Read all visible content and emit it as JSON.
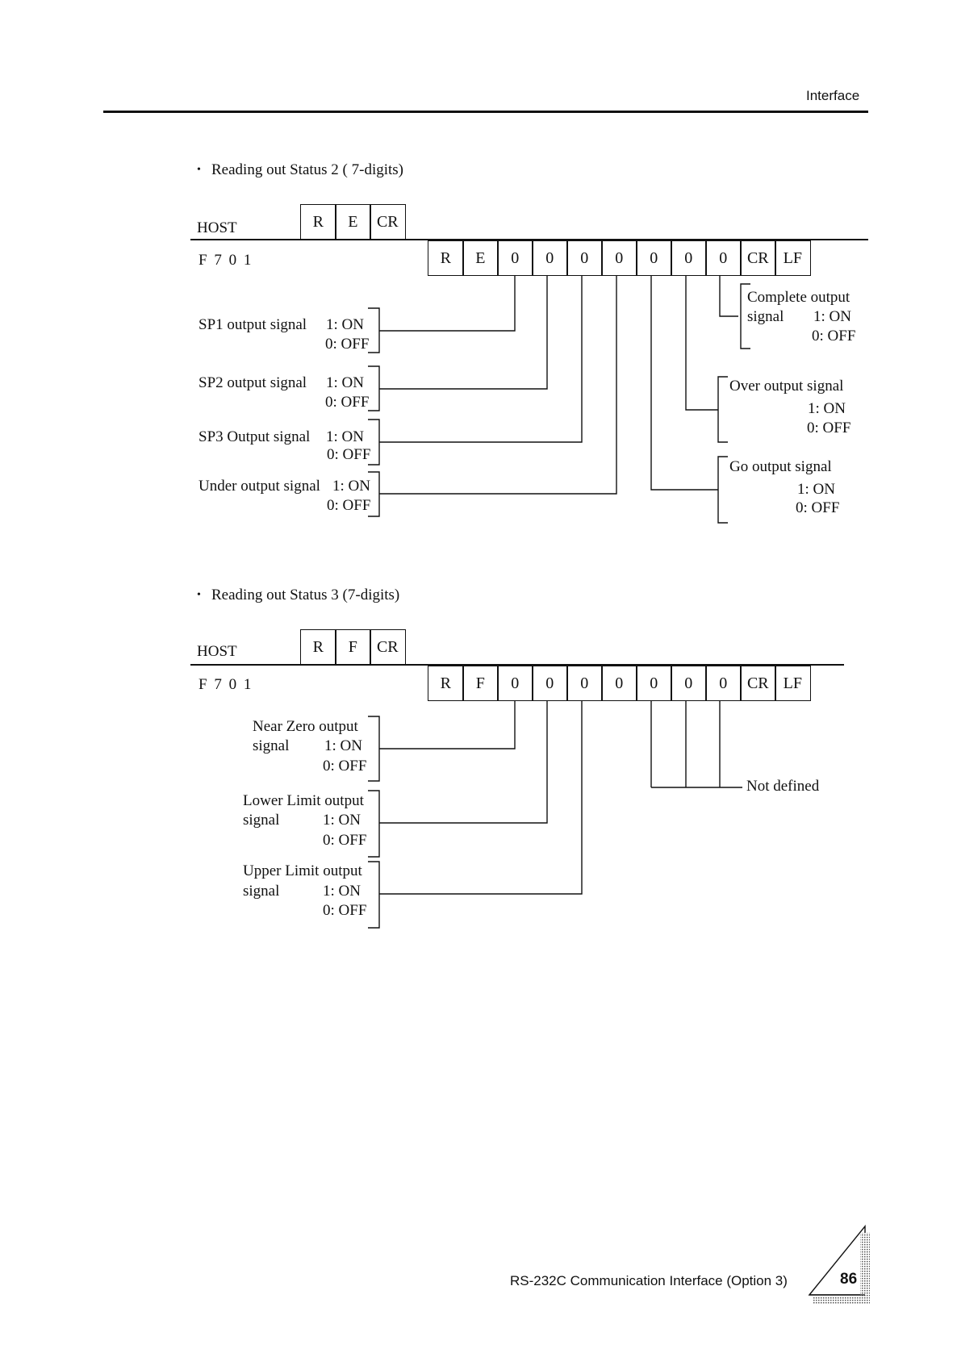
{
  "header": {
    "section": "Interface"
  },
  "status2": {
    "heading": "Reading out Status 2 ( 7-digits)",
    "host_label": "HOST",
    "device_label": "F 7 0 1",
    "host_cells": [
      "R",
      "E",
      "CR"
    ],
    "response_cells": [
      "R",
      "E",
      "0",
      "0",
      "0",
      "0",
      "0",
      "0",
      "0",
      "CR",
      "LF"
    ],
    "left_labels": {
      "sp1": {
        "name": "SP1 output signal",
        "on": "1: ON",
        "off": "0: OFF"
      },
      "sp2": {
        "name": "SP2 output signal",
        "on": "1: ON",
        "off": "0: OFF"
      },
      "sp3": {
        "name": "SP3 Output signal",
        "on": "1: ON",
        "off": "0: OFF"
      },
      "under": {
        "name": "Under output signal",
        "on": "1: ON",
        "off": "0: OFF"
      }
    },
    "right_labels": {
      "complete": {
        "name_line1": "Complete output",
        "name_line2": "signal",
        "on": "1: ON",
        "off": "0: OFF"
      },
      "over": {
        "name": "Over output signal",
        "on": "1: ON",
        "off": "0: OFF"
      },
      "go": {
        "name": "Go output signal",
        "on": "1: ON",
        "off": "0: OFF"
      }
    }
  },
  "status3": {
    "heading": "Reading out Status 3 (7-digits)",
    "host_label": "HOST",
    "device_label": "F 7 0 1",
    "host_cells": [
      "R",
      "F",
      "CR"
    ],
    "response_cells": [
      "R",
      "F",
      "0",
      "0",
      "0",
      "0",
      "0",
      "0",
      "0",
      "CR",
      "LF"
    ],
    "left_labels": {
      "near_zero": {
        "name_line1": "Near Zero output",
        "name_line2": "signal",
        "on": "1: ON",
        "off": "0: OFF"
      },
      "lower": {
        "name_line1": "Lower Limit output",
        "name_line2": "signal",
        "on": "1: ON",
        "off": "0: OFF"
      },
      "upper": {
        "name_line1": "Upper Limit output",
        "name_line2": "signal",
        "on": "1: ON",
        "off": "0: OFF"
      }
    },
    "not_defined": "Not defined"
  },
  "footer": {
    "text": "RS-232C Communication Interface (Option 3)",
    "page_number": "86"
  }
}
